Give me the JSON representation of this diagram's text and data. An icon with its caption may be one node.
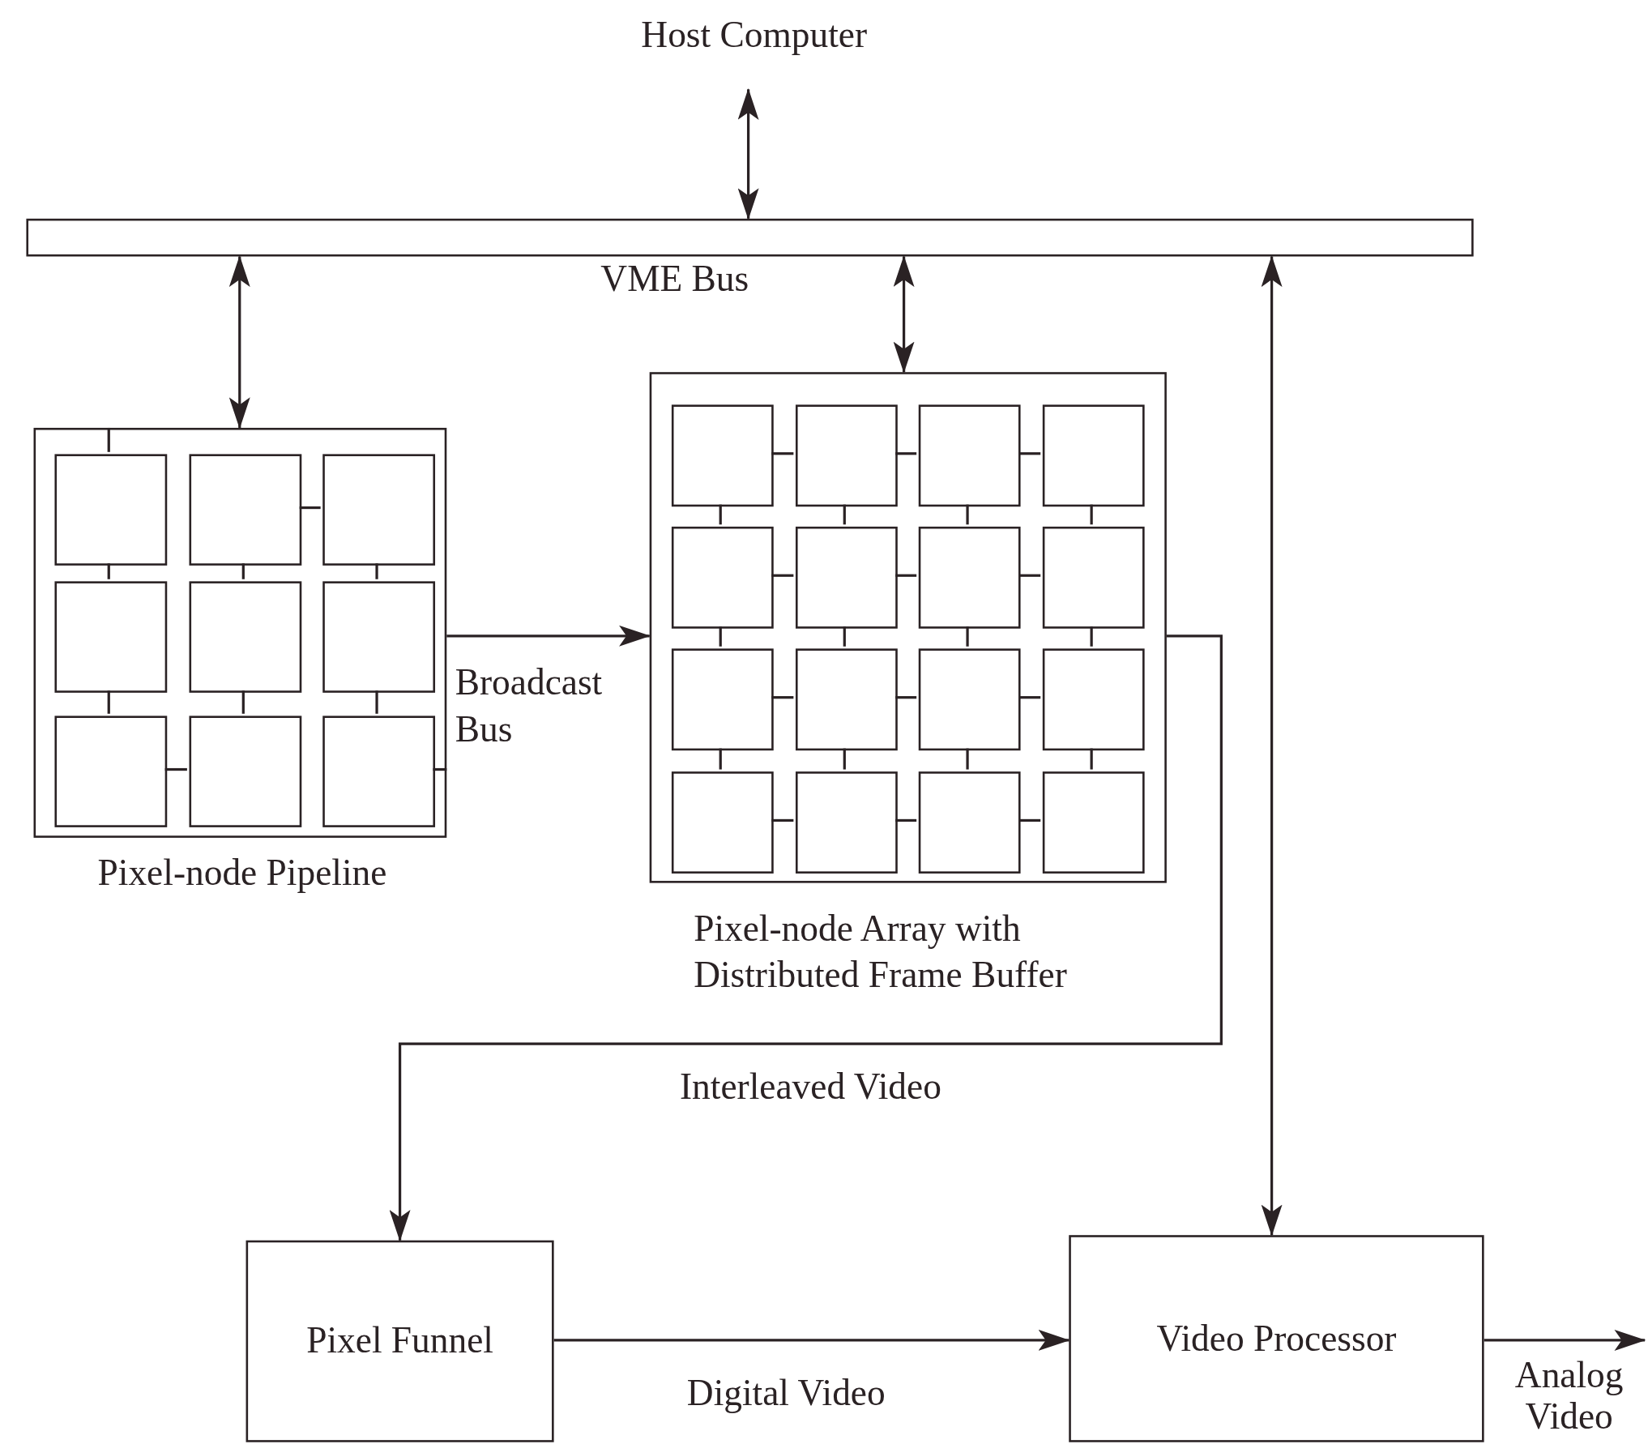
{
  "diagram": {
    "nodes": [
      {
        "text": [
          "Host Computer"
        ]
      },
      {
        "text": [
          "VME Bus"
        ]
      },
      {
        "text": [
          "Pixel-node Pipeline"
        ]
      },
      {
        "text": [],
        "shape": "box",
        "in": 2
      },
      {
        "text": [],
        "shape": "box",
        "in": 2
      },
      {
        "text": [],
        "shape": "box",
        "in": 2
      },
      {
        "text": [],
        "shape": "box",
        "in": 2
      },
      {
        "text": [],
        "shape": "box",
        "in": 2
      },
      {
        "text": [],
        "shape": "box",
        "in": 2
      },
      {
        "text": [],
        "shape": "box",
        "in": 2
      },
      {
        "text": [],
        "shape": "box",
        "in": 2
      },
      {
        "text": [],
        "shape": "box",
        "in": 2
      },
      {
        "text": [
          "Pixel-node Array with Distributed Frame Buffer"
        ]
      },
      {
        "text": [],
        "shape": "box",
        "in": 12
      },
      {
        "text": [],
        "shape": "box",
        "in": 12
      },
      {
        "text": [],
        "shape": "box",
        "in": 12
      },
      {
        "text": [],
        "shape": "box",
        "in": 12
      },
      {
        "text": [],
        "shape": "box",
        "in": 12
      },
      {
        "text": [],
        "shape": "box",
        "in": 12
      },
      {
        "text": [],
        "shape": "box",
        "in": 12
      },
      {
        "text": [],
        "shape": "box",
        "in": 12
      },
      {
        "text": [],
        "shape": "box",
        "in": 12
      },
      {
        "text": [],
        "shape": "box",
        "in": 12
      },
      {
        "text": [],
        "shape": "box",
        "in": 12
      },
      {
        "text": [],
        "shape": "box",
        "in": 12
      },
      {
        "text": [],
        "shape": "box",
        "in": 12
      },
      {
        "text": [],
        "shape": "box",
        "in": 12
      },
      {
        "text": [],
        "shape": "box",
        "in": 12
      },
      {
        "text": [],
        "shape": "box",
        "in": 12
      },
      {
        "text": [
          "Pixel Funnel"
        ]
      },
      {
        "text": [
          "Video Processor"
        ]
      }
    ],
    "edges": [
      {
        "from": 0,
        "to": 1,
        "arrow": "both"
      },
      {
        "from": 1,
        "to": 2,
        "arrow": "both"
      },
      {
        "from": 1,
        "to": 12,
        "arrow": "both"
      },
      {
        "from": 1,
        "to": 30,
        "arrow": "both"
      },
      {
        "from": 2,
        "to": 12,
        "arrow": "to",
        "label": "Broadcast Bus"
      },
      {
        "from": 12,
        "to": 29,
        "arrow": "to",
        "label": "Interleaved Video"
      },
      {
        "from": 29,
        "to": 30,
        "arrow": "to",
        "label": "Digital Video"
      },
      {
        "from": 30,
        "to": null,
        "arrow": "to",
        "label": "Analog Video"
      },
      {
        "from": 2,
        "to": 3,
        "arrow": "none"
      },
      {
        "from": 4,
        "to": 5,
        "arrow": "none"
      },
      {
        "from": 3,
        "to": 6,
        "arrow": "none"
      },
      {
        "from": 4,
        "to": 7,
        "arrow": "none"
      },
      {
        "from": 5,
        "to": 8,
        "arrow": "none"
      },
      {
        "from": 6,
        "to": 9,
        "arrow": "none"
      },
      {
        "from": 7,
        "to": 10,
        "arrow": "none"
      },
      {
        "from": 8,
        "to": 11,
        "arrow": "none"
      },
      {
        "from": 9,
        "to": 10,
        "arrow": "none"
      },
      {
        "from": 11,
        "to": 2,
        "arrow": "none"
      },
      {
        "from": 13,
        "to": 14,
        "arrow": "none"
      },
      {
        "from": 14,
        "to": 15,
        "arrow": "none"
      },
      {
        "from": 15,
        "to": 16,
        "arrow": "none"
      },
      {
        "from": 17,
        "to": 18,
        "arrow": "none"
      },
      {
        "from": 18,
        "to": 19,
        "arrow": "none"
      },
      {
        "from": 19,
        "to": 20,
        "arrow": "none"
      },
      {
        "from": 21,
        "to": 22,
        "arrow": "none"
      },
      {
        "from": 22,
        "to": 23,
        "arrow": "none"
      },
      {
        "from": 23,
        "to": 24,
        "arrow": "none"
      },
      {
        "from": 25,
        "to": 26,
        "arrow": "none"
      },
      {
        "from": 26,
        "to": 27,
        "arrow": "none"
      },
      {
        "from": 27,
        "to": 28,
        "arrow": "none"
      },
      {
        "from": 13,
        "to": 17,
        "arrow": "none"
      },
      {
        "from": 14,
        "to": 18,
        "arrow": "none"
      },
      {
        "from": 15,
        "to": 19,
        "arrow": "none"
      },
      {
        "from": 16,
        "to": 20,
        "arrow": "none"
      },
      {
        "from": 17,
        "to": 21,
        "arrow": "none"
      },
      {
        "from": 18,
        "to": 22,
        "arrow": "none"
      },
      {
        "from": 19,
        "to": 23,
        "arrow": "none"
      },
      {
        "from": 20,
        "to": 24,
        "arrow": "none"
      },
      {
        "from": 21,
        "to": 25,
        "arrow": "none"
      },
      {
        "from": 22,
        "to": 26,
        "arrow": "none"
      },
      {
        "from": 23,
        "to": 27,
        "arrow": "none"
      },
      {
        "from": 24,
        "to": 28,
        "arrow": "none"
      }
    ]
  }
}
